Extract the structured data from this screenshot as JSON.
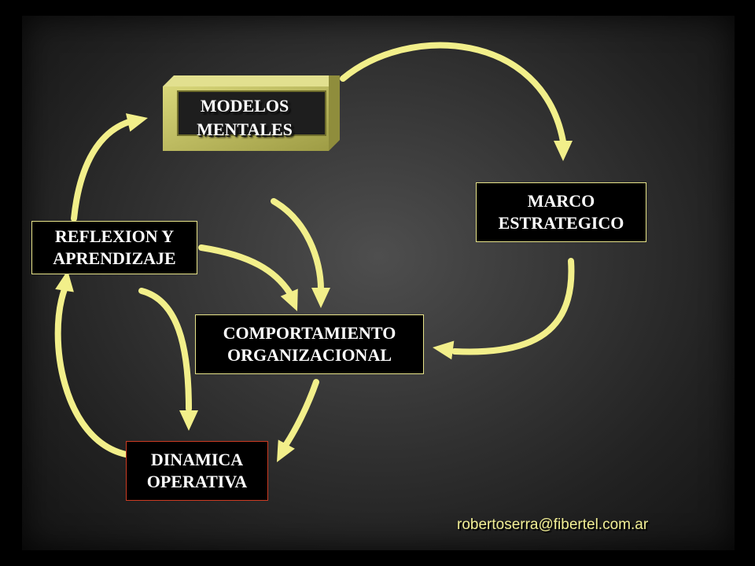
{
  "colors": {
    "arrow": "#F2EF8A",
    "box_border": "#E8E489",
    "dinamica_border": "#CC3B22",
    "modelos_face": "#C8C66A",
    "email": "#F2EF95"
  },
  "nodes": {
    "modelos": {
      "line1": "MODELOS",
      "line2": "MENTALES"
    },
    "marco": {
      "line1": "MARCO",
      "line2": "ESTRATEGICO"
    },
    "reflexion": {
      "line1": "REFLEXION Y",
      "line2": "APRENDIZAJE"
    },
    "comportamiento": {
      "line1": "COMPORTAMIENTO",
      "line2": "ORGANIZACIONAL"
    },
    "dinamica": {
      "line1": "DINAMICA",
      "line2": "OPERATIVA"
    }
  },
  "footer": {
    "email": "robertoserra@fibertel.com.ar"
  }
}
